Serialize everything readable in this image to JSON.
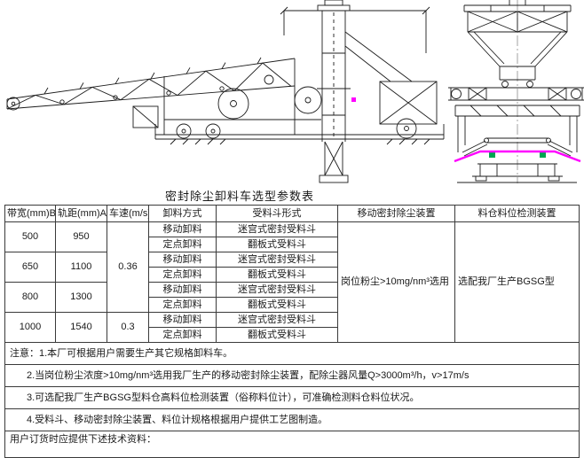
{
  "title": "密封除尘卸料车选型参数表",
  "drawing": {
    "belt_color": "#ff00ff",
    "accent_green": "#00a550"
  },
  "table": {
    "headers": [
      "带宽(mm)B",
      "轨距(mm)A",
      "车速(m/s)",
      "卸料方式",
      "受料斗形式",
      "移动密封除尘装置",
      "料仓料位检测装置"
    ],
    "groups": [
      {
        "belt_width": "500",
        "track_gauge": "950"
      },
      {
        "belt_width": "650",
        "track_gauge": "1100"
      },
      {
        "belt_width": "800",
        "track_gauge": "1300"
      },
      {
        "belt_width": "1000",
        "track_gauge": "1540"
      }
    ],
    "speeds": [
      {
        "value": "0.36"
      },
      {
        "value": "0.3"
      }
    ],
    "rows": [
      {
        "unloading": "移动卸料",
        "hopper": "迷宫式密封受料斗"
      },
      {
        "unloading": "定点卸料",
        "hopper": "翻板式受料斗"
      },
      {
        "unloading": "移动卸料",
        "hopper": "迷宫式密封受料斗"
      },
      {
        "unloading": "定点卸料",
        "hopper": "翻板式受料斗"
      },
      {
        "unloading": "移动卸料",
        "hopper": "迷宫式密封受料斗"
      },
      {
        "unloading": "定点卸料",
        "hopper": "翻板式受料斗"
      },
      {
        "unloading": "移动卸料",
        "hopper": "迷宫式密封受料斗"
      },
      {
        "unloading": "定点卸料",
        "hopper": "翻板式受料斗"
      }
    ],
    "dust_device": "岗位粉尘>10mg/nm³选用",
    "level_device": "选配我厂生产BGSG型"
  },
  "notes": [
    "注意：1.本厂可根据用户需要生产其它规格卸料车。",
    "2.当岗位粉尘浓度>10mg/nm³选用我厂生产的移动密封除尘装置，配除尘器风量Q>3000m³/h，v>17m/s",
    "3.可选配我厂生产BGSG型料仓高料位检测装置（俗称料位计），可准确检测料仓料位状况。",
    "4.受料斗、移动密封除尘装置、料位计规格根据用户提供工艺图制造。"
  ],
  "footer": "用户订货时应提供下述技术资料："
}
